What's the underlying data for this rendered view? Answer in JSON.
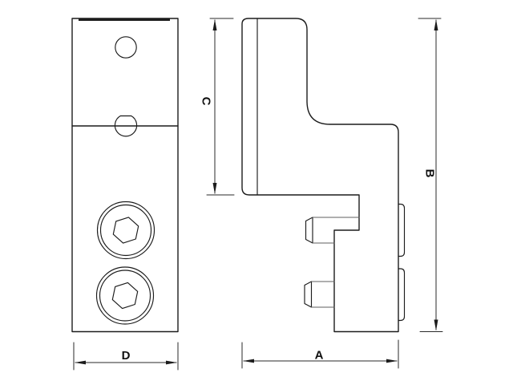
{
  "drawing": {
    "type": "technical-orthographic-views",
    "colors": {
      "background": "#ffffff",
      "outline": "#1c1c1c",
      "thin_line": "#5f5f5f",
      "dimension_line": "#2a2a2a",
      "label_text": "#111111"
    },
    "dimensions": {
      "A": {
        "label": "A"
      },
      "B": {
        "label": "B"
      },
      "C": {
        "label": "C"
      },
      "D": {
        "label": "D"
      }
    }
  }
}
